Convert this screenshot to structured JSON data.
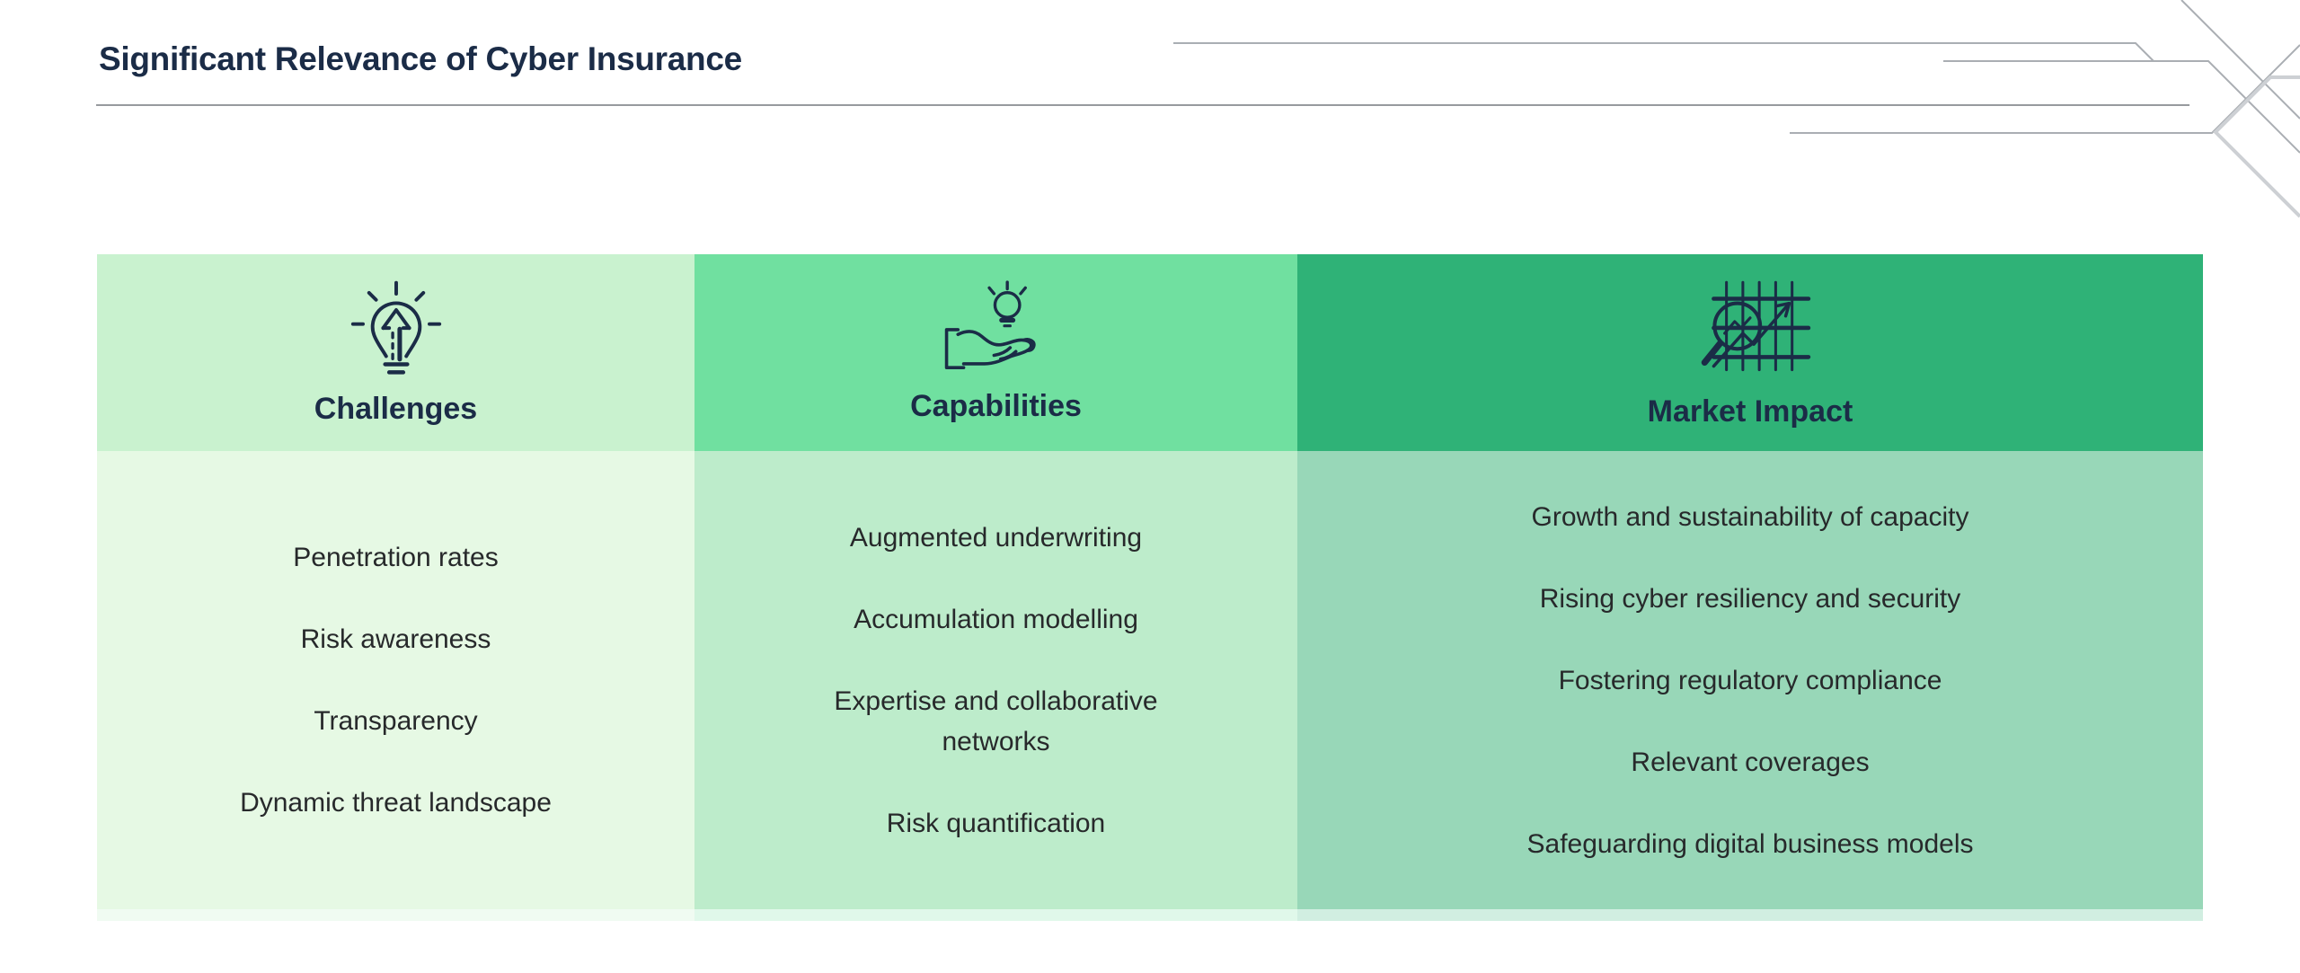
{
  "slide_title": "Significant Relevance of Cyber Insurance",
  "columns": [
    {
      "label": "Challenges",
      "icon": "bulb-growth-arrow-icon",
      "header_color": "#c9f2cf",
      "body_color": "#e6f9e4",
      "items": [
        "Penetration rates",
        "Risk awareness",
        "Transparency",
        "Dynamic threat landscape"
      ]
    },
    {
      "label": "Capabilities",
      "icon": "hand-holding-bulb-icon",
      "header_color": "#70e0a0",
      "body_color": "#bdeccb",
      "items": [
        "Augmented underwriting",
        "Accumulation modelling",
        "Expertise and collaborative networks",
        "Risk quantification"
      ]
    },
    {
      "label": "Market Impact",
      "icon": "chart-magnifier-icon",
      "header_color": "#2fb277",
      "body_color": "#98d7b8",
      "items": [
        "Growth and sustainability of capacity",
        "Rising cyber resiliency and security",
        "Fostering regulatory compliance",
        "Relevant coverages",
        "Safeguarding digital business models"
      ]
    }
  ],
  "colors": {
    "title_text": "#1b2c47",
    "body_text": "#27292b",
    "title_rule": "#979a9e",
    "decor_line": "#aaaeb3",
    "decor_line_thick": "#cdd0d4"
  }
}
